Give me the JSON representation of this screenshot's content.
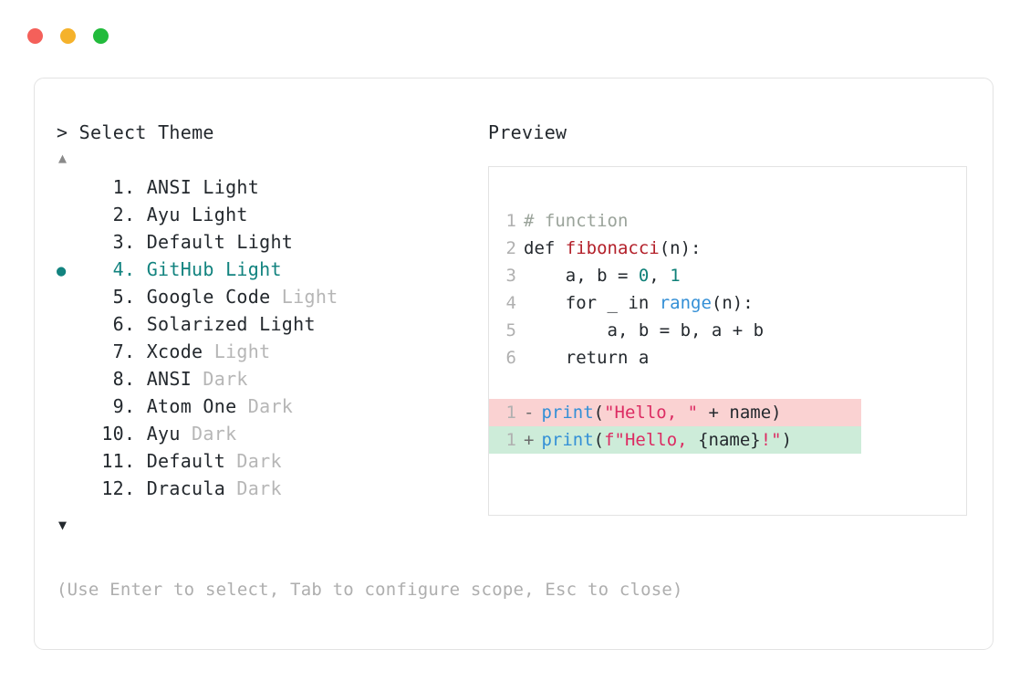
{
  "window": {
    "dots": [
      {
        "name": "close",
        "color": "#f4605a"
      },
      {
        "name": "minimize",
        "color": "#f5b22b"
      },
      {
        "name": "maximize",
        "color": "#22bb3c"
      }
    ]
  },
  "prompt": {
    "title": "> Select Theme",
    "scroll_up": "▲",
    "scroll_down": "▼"
  },
  "preview": {
    "title": "Preview"
  },
  "hint": "(Use Enter to select, Tab to configure scope, Esc to close)",
  "themes": [
    {
      "num": "1",
      "sep": ". ",
      "name": "ANSI",
      "variant": " Light",
      "variant_dim": false,
      "selected": false,
      "bullet": ""
    },
    {
      "num": "2",
      "sep": ". ",
      "name": "Ayu",
      "variant": " Light",
      "variant_dim": false,
      "selected": false,
      "bullet": ""
    },
    {
      "num": "3",
      "sep": ". ",
      "name": "Default",
      "variant": " Light",
      "variant_dim": false,
      "selected": false,
      "bullet": ""
    },
    {
      "num": "4",
      "sep": ". ",
      "name": "GitHub",
      "variant": " Light",
      "variant_dim": false,
      "selected": true,
      "bullet": "●"
    },
    {
      "num": "5",
      "sep": ". ",
      "name": "Google Code",
      "variant": " Light",
      "variant_dim": true,
      "selected": false,
      "bullet": ""
    },
    {
      "num": "6",
      "sep": ". ",
      "name": "Solarized",
      "variant": " Light",
      "variant_dim": false,
      "selected": false,
      "bullet": ""
    },
    {
      "num": "7",
      "sep": ". ",
      "name": "Xcode",
      "variant": " Light",
      "variant_dim": true,
      "selected": false,
      "bullet": ""
    },
    {
      "num": "8",
      "sep": ". ",
      "name": "ANSI",
      "variant": " Dark",
      "variant_dim": true,
      "selected": false,
      "bullet": ""
    },
    {
      "num": "9",
      "sep": ". ",
      "name": "Atom One",
      "variant": " Dark",
      "variant_dim": true,
      "selected": false,
      "bullet": ""
    },
    {
      "num": "10",
      "sep": ". ",
      "name": "Ayu",
      "variant": " Dark",
      "variant_dim": true,
      "selected": false,
      "bullet": ""
    },
    {
      "num": "11",
      "sep": ". ",
      "name": "Default",
      "variant": " Dark",
      "variant_dim": true,
      "selected": false,
      "bullet": ""
    },
    {
      "num": "12",
      "sep": ". ",
      "name": "Dracula",
      "variant": " Dark",
      "variant_dim": true,
      "selected": false,
      "bullet": ""
    }
  ],
  "code": {
    "lines": [
      {
        "ln": "1",
        "tokens": [
          {
            "t": "# function",
            "c": "comment"
          }
        ]
      },
      {
        "ln": "2",
        "tokens": [
          {
            "t": "def ",
            "c": "plain"
          },
          {
            "t": "fibonacci",
            "c": "func"
          },
          {
            "t": "(n):",
            "c": "plain"
          }
        ]
      },
      {
        "ln": "3",
        "tokens": [
          {
            "t": "    a, b = ",
            "c": "plain"
          },
          {
            "t": "0",
            "c": "num"
          },
          {
            "t": ", ",
            "c": "plain"
          },
          {
            "t": "1",
            "c": "num"
          }
        ]
      },
      {
        "ln": "4",
        "tokens": [
          {
            "t": "    for _ in ",
            "c": "plain"
          },
          {
            "t": "range",
            "c": "builtin"
          },
          {
            "t": "(n):",
            "c": "plain"
          }
        ]
      },
      {
        "ln": "5",
        "tokens": [
          {
            "t": "        a, b = b, a + b",
            "c": "plain"
          }
        ]
      },
      {
        "ln": "6",
        "tokens": [
          {
            "t": "    return a",
            "c": "plain"
          }
        ]
      }
    ],
    "diff": [
      {
        "ln": "1",
        "sign": "-",
        "kind": "del",
        "tokens": [
          {
            "t": "print",
            "c": "builtin"
          },
          {
            "t": "(",
            "c": "plain"
          },
          {
            "t": "\"Hello, \"",
            "c": "str"
          },
          {
            "t": " + name)",
            "c": "plain"
          }
        ]
      },
      {
        "ln": "1",
        "sign": "+",
        "kind": "add",
        "tokens": [
          {
            "t": "print",
            "c": "builtin"
          },
          {
            "t": "(",
            "c": "plain"
          },
          {
            "t": "f\"Hello, ",
            "c": "str"
          },
          {
            "t": "{name}",
            "c": "plain"
          },
          {
            "t": "!\"",
            "c": "str"
          },
          {
            "t": ")",
            "c": "plain"
          }
        ]
      }
    ]
  }
}
